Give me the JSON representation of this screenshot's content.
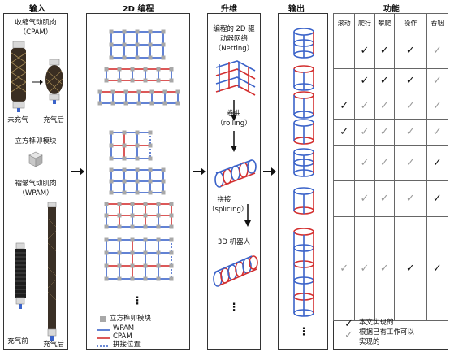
{
  "headers": {
    "input": "输入",
    "programming": "2D 编程",
    "dimension": "升维",
    "output": "输出",
    "function": "功能"
  },
  "input_panel": {
    "cpam_title": "收缩气动肌肉",
    "cpam_abbr": "（CPAM）",
    "uninflated": "未充气",
    "inflated": "充气后",
    "block_label": "立方榫卯模块",
    "wpam_title": "褶皱气动肌肉",
    "wpam_abbr": "（WPAM）",
    "before_inflation": "充气前",
    "after_inflation": "充气后"
  },
  "legend": {
    "block": "立方榫卯模块",
    "wpam": "WPAM",
    "cpam": "CPAM",
    "splice": "拼接位置",
    "colors": {
      "wpam": "#3b63c9",
      "cpam": "#d32f2f",
      "block": "#a8a8a8"
    }
  },
  "dimension_panel": {
    "netting_line1": "编程的 2D 驱",
    "netting_line2": "动器网络",
    "netting_en": "（Netting）",
    "rolling_cn": "卷曲",
    "rolling_en": "（rolling）",
    "splicing_cn": "拼接",
    "splicing_en": "（splicing）",
    "robot_3d": "3D 机器人"
  },
  "function_table": {
    "columns": [
      "滚动",
      "爬行",
      "攀爬",
      "操作",
      "吞咽"
    ],
    "legend_self": "本文实现的",
    "legend_prior_line1": "根据已有工作可以",
    "legend_prior_line2": "实现的"
  },
  "ellipsis": "⋮"
}
